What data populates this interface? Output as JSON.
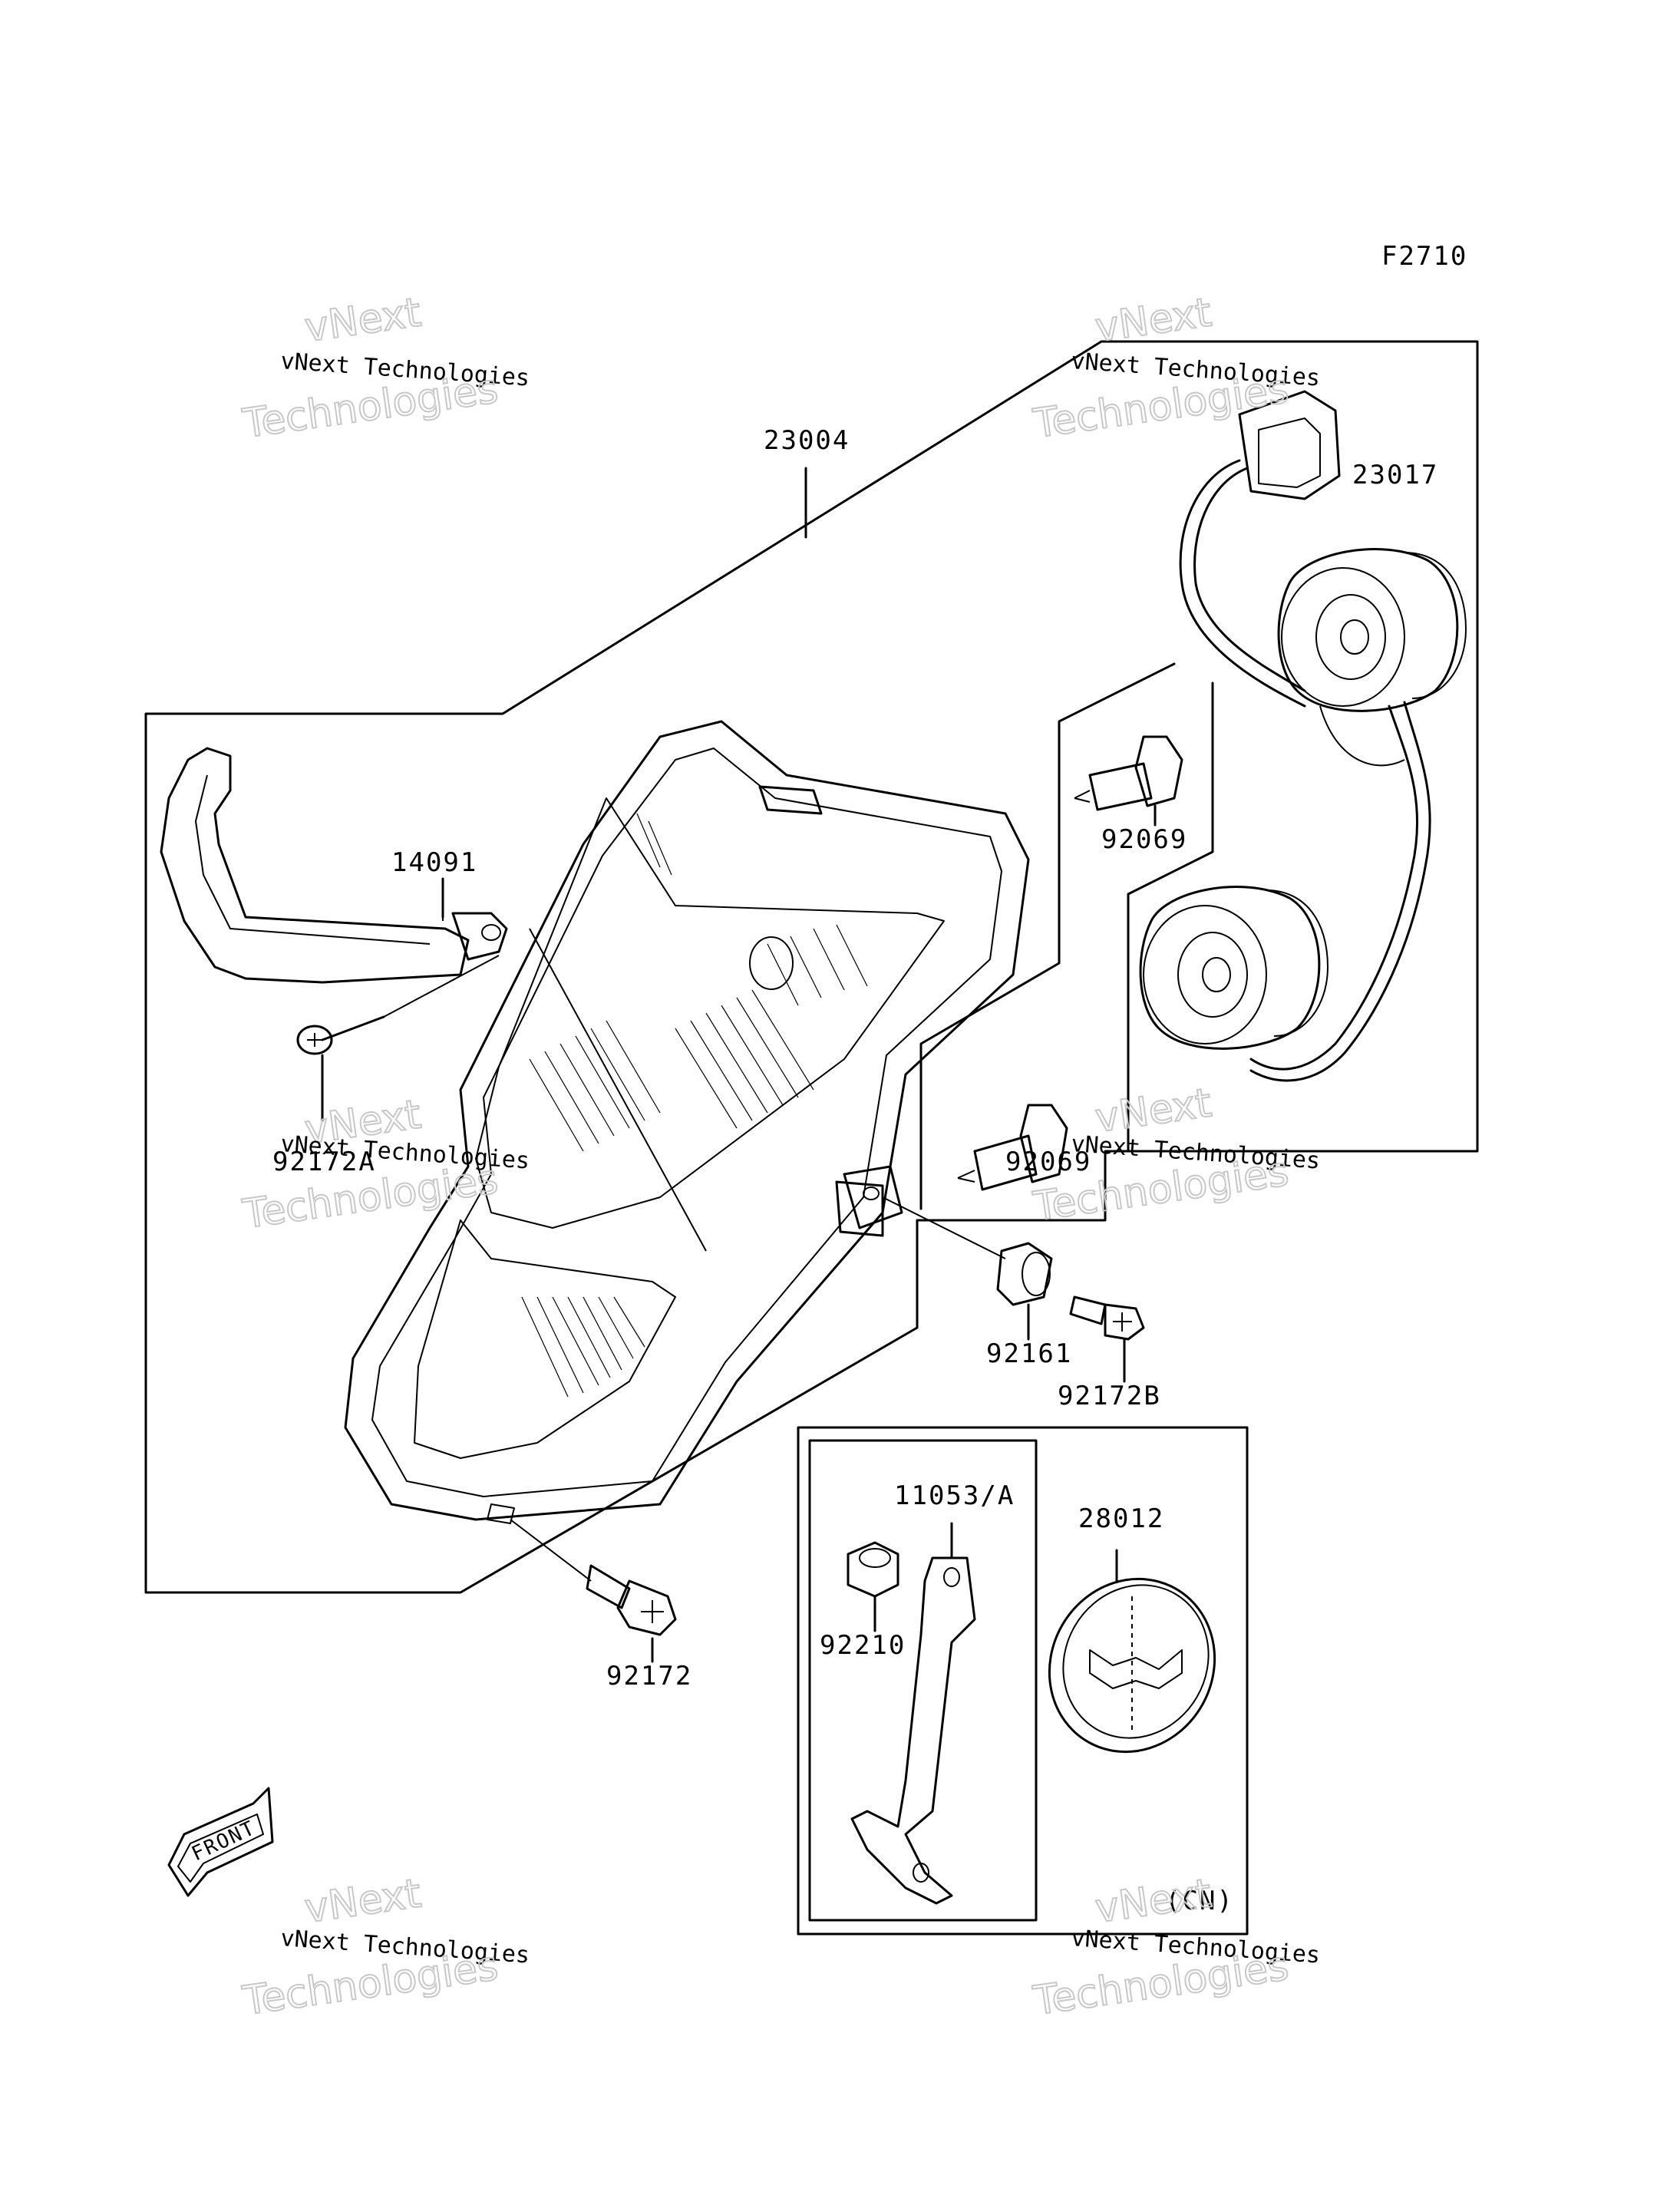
{
  "diagram": {
    "figure_code": "F2710",
    "parts": [
      {
        "id": "p-23004",
        "label": "23004"
      },
      {
        "id": "p-23017",
        "label": "23017"
      },
      {
        "id": "p-14091",
        "label": "14091"
      },
      {
        "id": "p-92069a",
        "label": "92069"
      },
      {
        "id": "p-92069b",
        "label": "92069"
      },
      {
        "id": "p-92172a",
        "label": "92172A"
      },
      {
        "id": "p-92161",
        "label": "92161"
      },
      {
        "id": "p-92172b",
        "label": "92172B"
      },
      {
        "id": "p-11053",
        "label": "11053/A"
      },
      {
        "id": "p-28012",
        "label": "28012"
      },
      {
        "id": "p-92210",
        "label": "92210"
      },
      {
        "id": "p-92172",
        "label": "92172"
      }
    ],
    "region_note": "(CN)",
    "front_arrow": "FRONT",
    "watermark": {
      "line1": "vNext",
      "line2": "vNext Technologies",
      "line3": "Technologies"
    }
  }
}
